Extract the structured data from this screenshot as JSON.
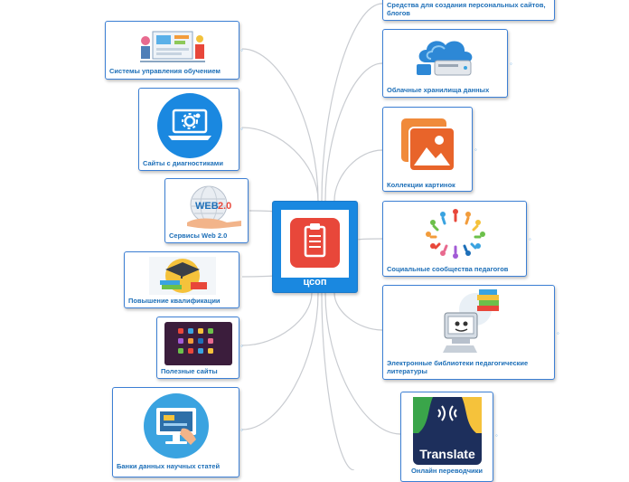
{
  "center": {
    "label": "цсоп",
    "fill": "#1a88e0",
    "icon": "clipboard-icon"
  },
  "left_topics": [
    {
      "id": "lms",
      "label": "Системы управления обучением",
      "icon": "lms-illustration-icon"
    },
    {
      "id": "diag",
      "label": "Сайты с диагностиками",
      "icon": "laptop-gear-icon"
    },
    {
      "id": "web20",
      "label": "Сервисы Web 2.0",
      "icon": "web20-globe-icon"
    },
    {
      "id": "qual",
      "label": "Повышение квалификации",
      "icon": "graduation-books-icon"
    },
    {
      "id": "useful",
      "label": "Полезные сайты",
      "icon": "app-grid-icon"
    },
    {
      "id": "banks",
      "label": "Банки данных научных статей",
      "icon": "touch-monitor-icon"
    }
  ],
  "right_topics": [
    {
      "id": "personal",
      "label": "Средства для создания персональных сайтов, блогов",
      "icon": ""
    },
    {
      "id": "cloud",
      "label": "Облачные хранилища данных",
      "icon": "cloud-storage-icon"
    },
    {
      "id": "pics",
      "label": "Коллекции картинок",
      "icon": "pictures-icon"
    },
    {
      "id": "social",
      "label": "Социальные сообщества педагогов",
      "icon": "people-ring-icon"
    },
    {
      "id": "elib",
      "label": "Электронные библиотеки педагогические литературы",
      "icon": "computer-books-icon"
    },
    {
      "id": "trans",
      "label": "Онлайн переводчики",
      "icon": "translate-icon",
      "icon_text": "Translate"
    }
  ],
  "colors": {
    "border": "#3c7fd4",
    "text": "#1d6fb8",
    "link": "#c9ccd1",
    "accent": "#e8473a"
  }
}
